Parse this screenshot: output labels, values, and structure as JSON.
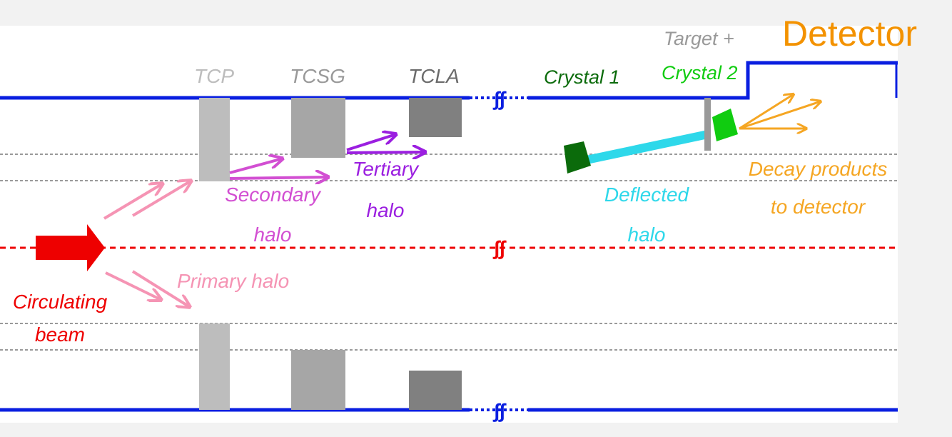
{
  "colors": {
    "background": "#f2f2f2",
    "panel": "#ffffff",
    "beam_pipe": "#0a1fe0",
    "circulating_beam": "#ee0000",
    "primary_halo": "#f594b4",
    "secondary_halo": "#d24fd2",
    "tertiary_halo": "#9b1fe0",
    "crystal_1": "#0b6b0b",
    "crystal_2": "#10cc10",
    "target": "#999999",
    "deflected_halo": "#2ed8ea",
    "decay_products": "#f5a623",
    "detector": "#f39200",
    "tcp": "#bdbdbd",
    "tcsg": "#a6a6a6",
    "tcla": "#808080",
    "guide_lines": "#9a9a9a"
  },
  "labels": {
    "detector": "Detector",
    "target_plus": "Target +",
    "crystal_1": "Crystal 1",
    "crystal_2": "Crystal 2",
    "tcp": "TCP",
    "tcsg": "TCSG",
    "tcla": "TCLA",
    "circulating_beam_line1": "Circulating",
    "circulating_beam_line2": "beam",
    "primary_halo": "Primary halo",
    "secondary_halo_line1": "Secondary",
    "secondary_halo_line2": "halo",
    "tertiary_halo_line1": "Tertiary",
    "tertiary_halo_line2": "halo",
    "deflected_halo_line1": "Deflected",
    "deflected_halo_line2": "halo",
    "decay_products_line1": "Decay products",
    "decay_products_line2": "to detector"
  },
  "icons": {
    "break_marker": "double-slash-break-icon"
  }
}
